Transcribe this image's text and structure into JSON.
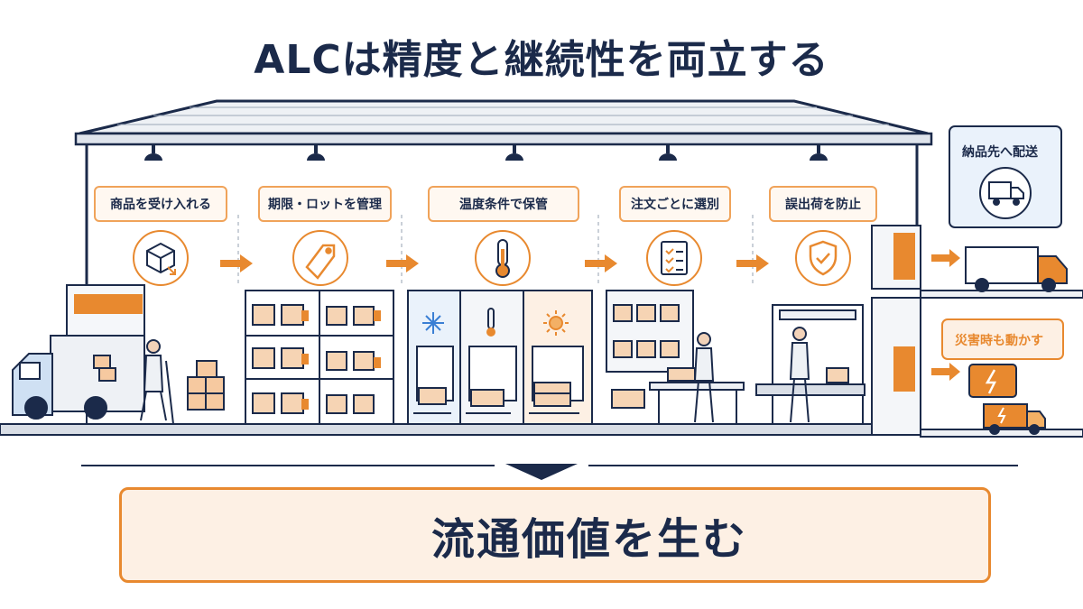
{
  "title": "ALCは精度と継続性を両立する",
  "steps": [
    {
      "label": "商品を受け入れる",
      "icon": "box-arrow-icon"
    },
    {
      "label": "期限・ロットを管理",
      "icon": "tag-icon"
    },
    {
      "label": "温度条件で保管",
      "icon": "thermometer-icon"
    },
    {
      "label": "注文ごとに選別",
      "icon": "checklist-icon"
    },
    {
      "label": "誤出荷を防止",
      "icon": "shield-check-icon"
    }
  ],
  "delivery": {
    "label": "納品先へ配送",
    "icon": "truck-icon"
  },
  "disaster": {
    "label": "災害時も動かす",
    "icon": "generator-icon"
  },
  "result": {
    "label": "流通価値を生む",
    "icon": "package-icon"
  },
  "colors": {
    "navy": "#1b2a4a",
    "orange": "#e8892f",
    "light_orange": "#fdf0e4",
    "light_blue": "#eaf2fb"
  }
}
